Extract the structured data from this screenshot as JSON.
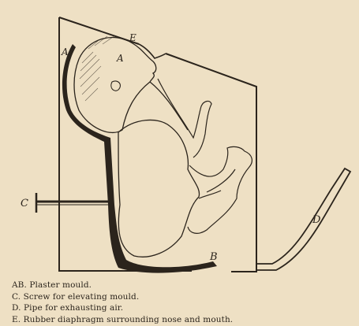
{
  "figure": {
    "letters": {
      "a_upper": "A",
      "a_lower": "A",
      "b": "B",
      "c": "C",
      "d": "D",
      "e": "E"
    }
  },
  "legend": [
    "AB. Plaster mould.",
    "C. Screw for elevating mould.",
    "D. Pipe for exhausting air.",
    "E. Rubber diaphragm surrounding nose and mouth."
  ]
}
